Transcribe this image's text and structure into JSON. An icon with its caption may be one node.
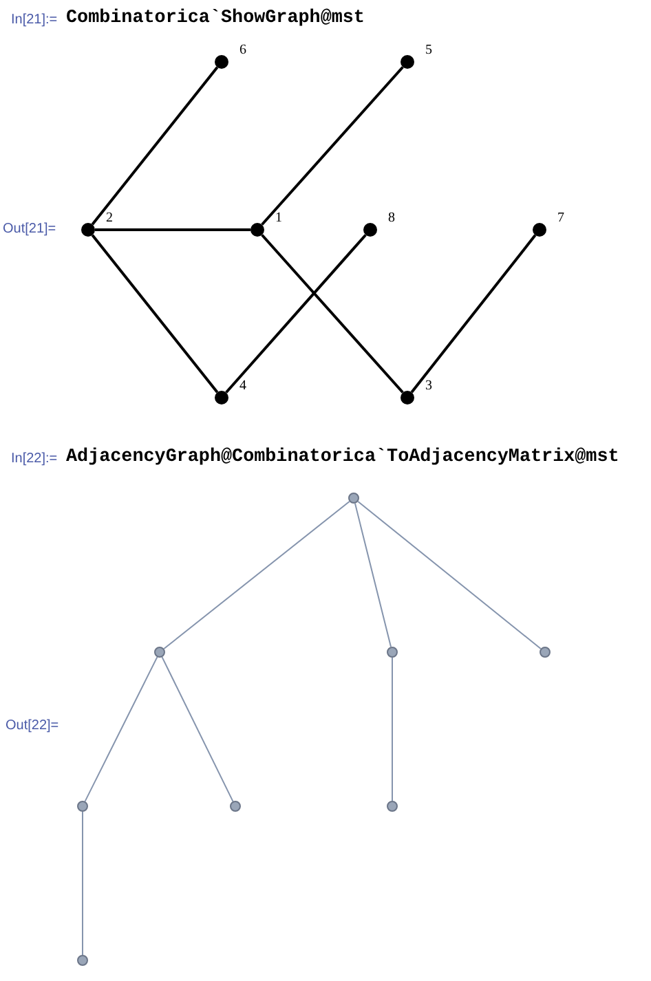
{
  "diagram": {
    "nodes": [
      {
        "text": [
          "6"
        ]
      },
      {
        "text": [
          "5"
        ]
      },
      {
        "text": [
          "2"
        ]
      },
      {
        "text": [
          "1"
        ]
      },
      {
        "text": [
          "8"
        ]
      },
      {
        "text": [
          "7"
        ]
      },
      {
        "text": [
          "4"
        ]
      },
      {
        "text": [
          "3"
        ]
      },
      {
        "text": [],
        "shape": "circle"
      },
      {
        "text": [],
        "shape": "circle"
      },
      {
        "text": [],
        "shape": "circle"
      },
      {
        "text": [],
        "shape": "circle"
      },
      {
        "text": [],
        "shape": "circle"
      },
      {
        "text": [],
        "shape": "circle"
      },
      {
        "text": [],
        "shape": "circle"
      },
      {
        "text": [],
        "shape": "circle"
      }
    ],
    "edges": [
      {
        "from": 2,
        "to": 0,
        "arrow": "none"
      },
      {
        "from": 2,
        "to": 3,
        "arrow": "none"
      },
      {
        "from": 2,
        "to": 6,
        "arrow": "none"
      },
      {
        "from": 3,
        "to": 1,
        "arrow": "none"
      },
      {
        "from": 3,
        "to": 7,
        "arrow": "none"
      },
      {
        "from": 6,
        "to": 4,
        "arrow": "none"
      },
      {
        "from": 7,
        "to": 5,
        "arrow": "none"
      },
      {
        "from": 8,
        "to": 9,
        "arrow": "none",
        "color": "#8594ad"
      },
      {
        "from": 8,
        "to": 10,
        "arrow": "none",
        "color": "#8594ad"
      },
      {
        "from": 8,
        "to": 11,
        "arrow": "none",
        "color": "#8594ad"
      },
      {
        "from": 9,
        "to": 12,
        "arrow": "none",
        "color": "#8594ad"
      },
      {
        "from": 9,
        "to": 13,
        "arrow": "none",
        "color": "#8594ad"
      },
      {
        "from": 10,
        "to": 14,
        "arrow": "none",
        "color": "#8594ad"
      },
      {
        "from": 12,
        "to": 15,
        "arrow": "none",
        "color": "#8594ad"
      }
    ],
    "labels": [
      "In[21]:=",
      "Combinatorica`ShowGraph@mst",
      "Out[21]=",
      "In[22]:=",
      "AdjacencyGraph@Combinatorica`ToAdjacencyMatrix@mst",
      "Out[22]="
    ]
  }
}
